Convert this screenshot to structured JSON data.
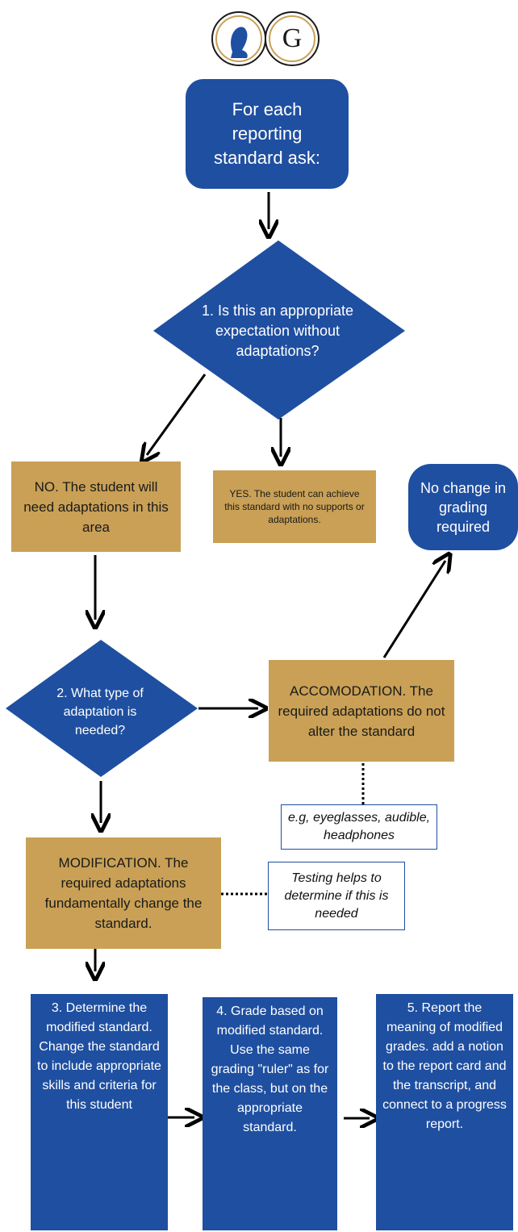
{
  "logo": {
    "monogram_letter": "G"
  },
  "start": {
    "text": "For each reporting standard ask:"
  },
  "decision1": {
    "text": "1. Is this an appropriate expectation without adaptations?"
  },
  "no_box": {
    "text": "NO. The student will need adaptations in this area"
  },
  "yes_box": {
    "text": "YES. The student can achieve this standard with no supports or adaptations."
  },
  "no_change": {
    "text": "No change in grading required"
  },
  "decision2": {
    "text": "2. What type of adaptation is needed?"
  },
  "accommodation": {
    "text": "ACCOMODATION. The required adaptations do not alter the standard"
  },
  "accommodation_note": {
    "text": "e.g, eyeglasses, audible, headphones"
  },
  "modification": {
    "text": "MODIFICATION. The required adaptations fundamentally change the standard."
  },
  "testing_note": {
    "text": "Testing helps to determine if this is needed"
  },
  "steps": [
    {
      "text": "3. Determine the modified standard. Change the standard to include appropriate skills and criteria for this student"
    },
    {
      "text": "4. Grade based on modified standard. Use the same grading \"ruler\" as for the class, but on the appropriate standard."
    },
    {
      "text": "5. Report the meaning of modified grades. add a notion to the report card and the transcript, and connect to a progress report."
    }
  ],
  "colors": {
    "blue": "#1f4fa0",
    "gold": "#c9a055"
  }
}
